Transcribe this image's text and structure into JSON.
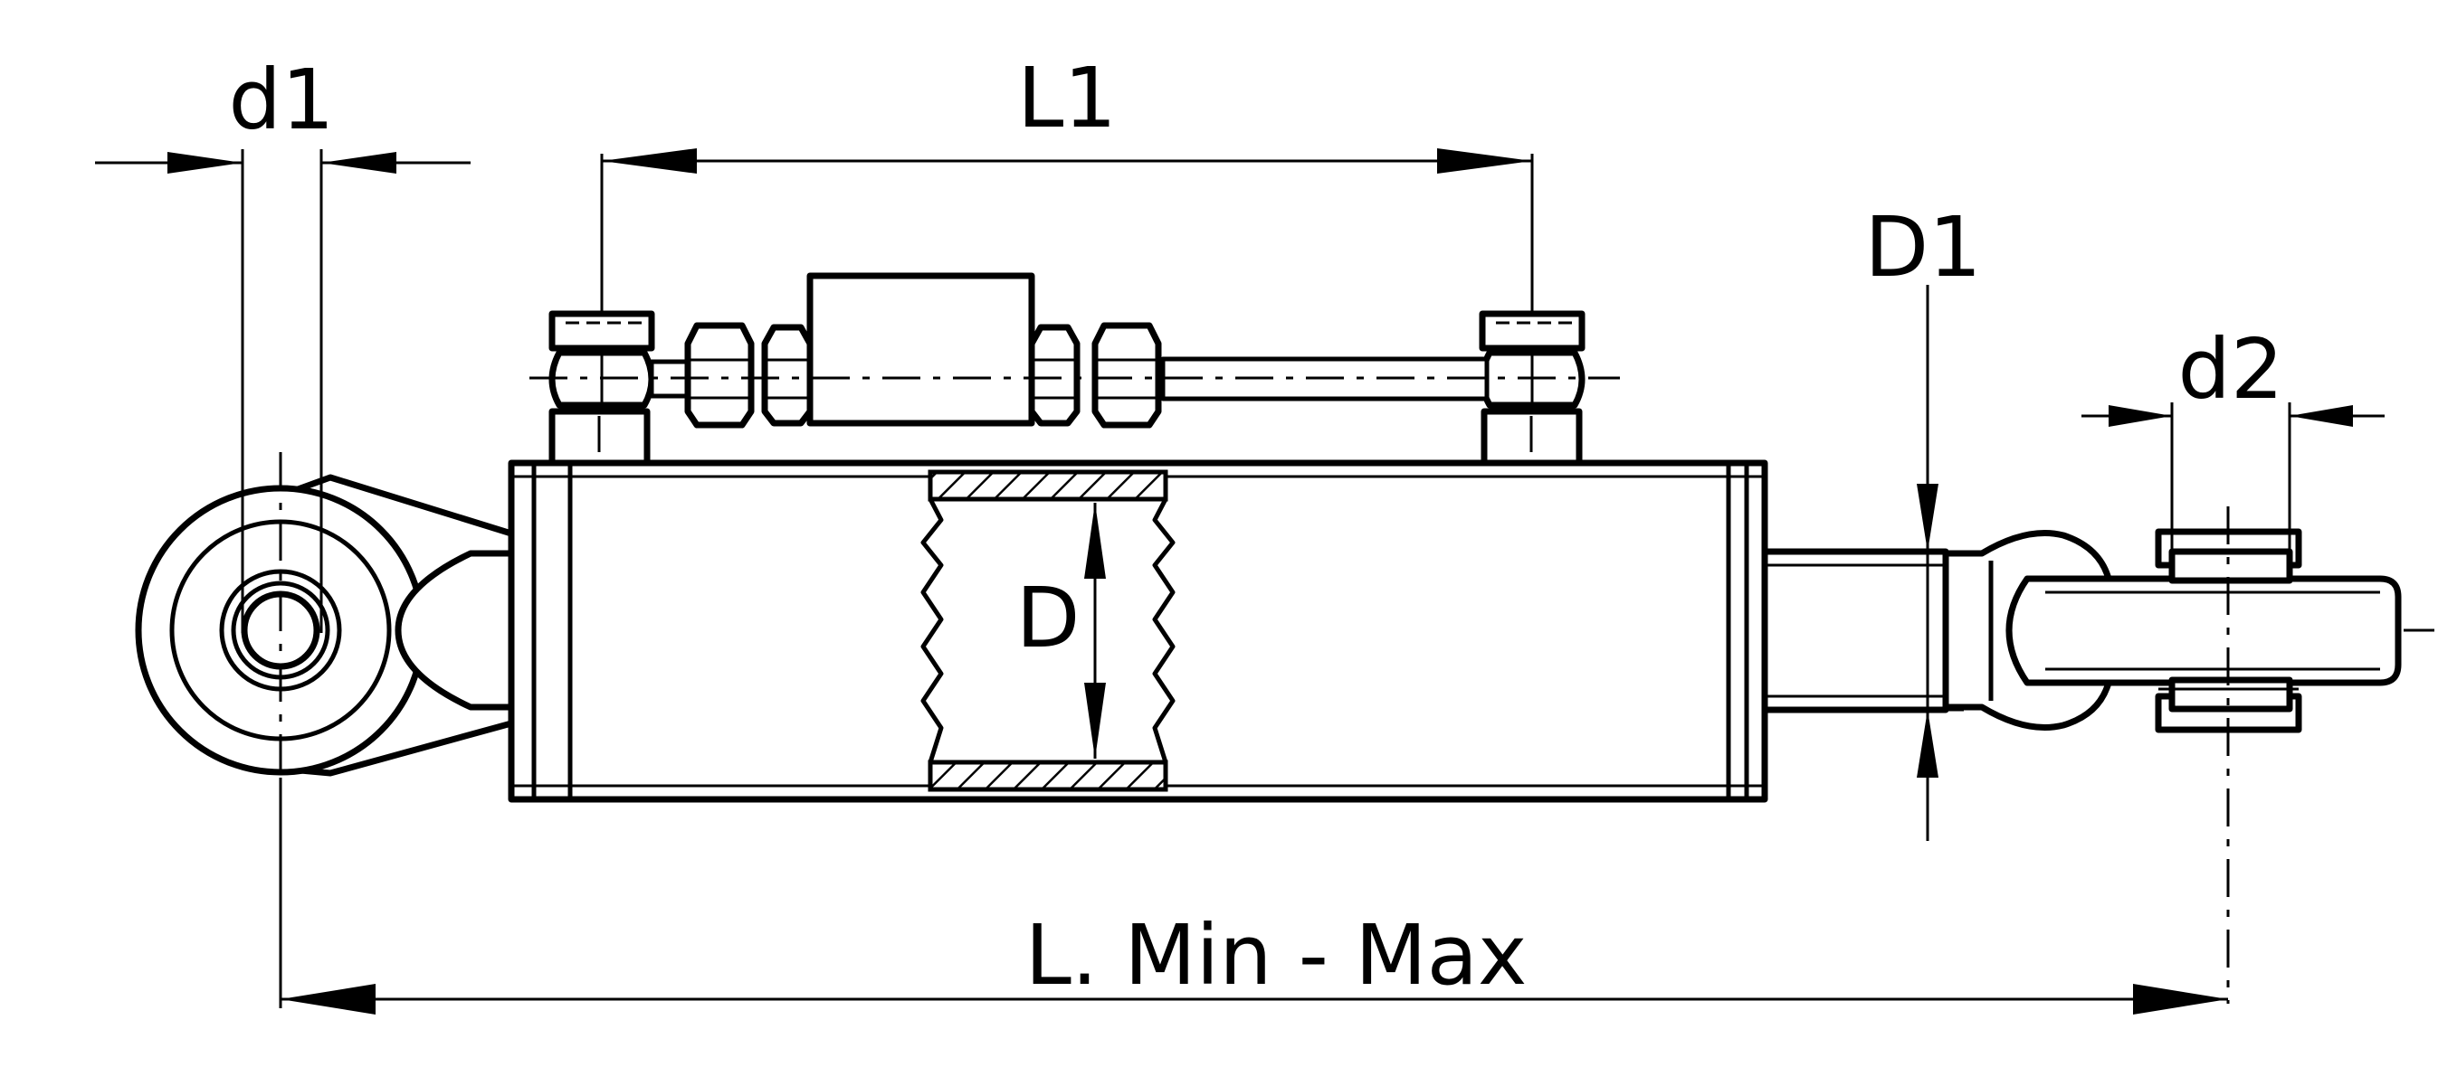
{
  "labels": {
    "d1": "d1",
    "L1": "L1",
    "D1": "D1",
    "d2": "d2",
    "D": "D",
    "L": "L. Min - Max"
  },
  "colors": {
    "line": "#000000",
    "background": "#ffffff"
  }
}
